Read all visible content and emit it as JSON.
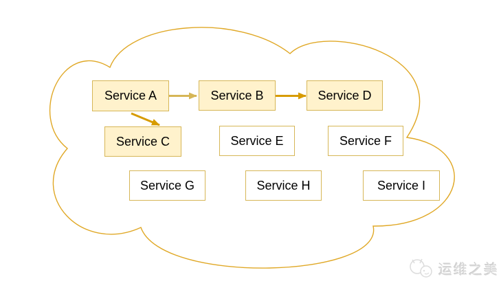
{
  "diagram": {
    "type": "flow-diagram",
    "nodes": [
      {
        "id": "service-a",
        "label": "Service A",
        "filled": true
      },
      {
        "id": "service-b",
        "label": "Service B",
        "filled": true
      },
      {
        "id": "service-d",
        "label": "Service D",
        "filled": true
      },
      {
        "id": "service-c",
        "label": "Service C",
        "filled": true
      },
      {
        "id": "service-e",
        "label": "Service E",
        "filled": false
      },
      {
        "id": "service-f",
        "label": "Service F",
        "filled": false
      },
      {
        "id": "service-g",
        "label": "Service G",
        "filled": false
      },
      {
        "id": "service-h",
        "label": "Service H",
        "filled": false
      },
      {
        "id": "service-i",
        "label": "Service I",
        "filled": false
      }
    ],
    "edges": [
      {
        "from": "Service A",
        "to": "Service B",
        "color": "#d6b656"
      },
      {
        "from": "Service B",
        "to": "Service D",
        "color": "#d79b00"
      },
      {
        "from": "Service A",
        "to": "Service C",
        "color": "#d79b00"
      }
    ],
    "colors": {
      "node_fill": "#fff2cc",
      "node_plain_fill": "#ffffff",
      "node_border": "#d6b656",
      "arrow_tan": "#d6b656",
      "arrow_orange": "#d79b00",
      "cloud_stroke": "#e0a826"
    }
  },
  "watermark": {
    "text": "运维之美"
  }
}
